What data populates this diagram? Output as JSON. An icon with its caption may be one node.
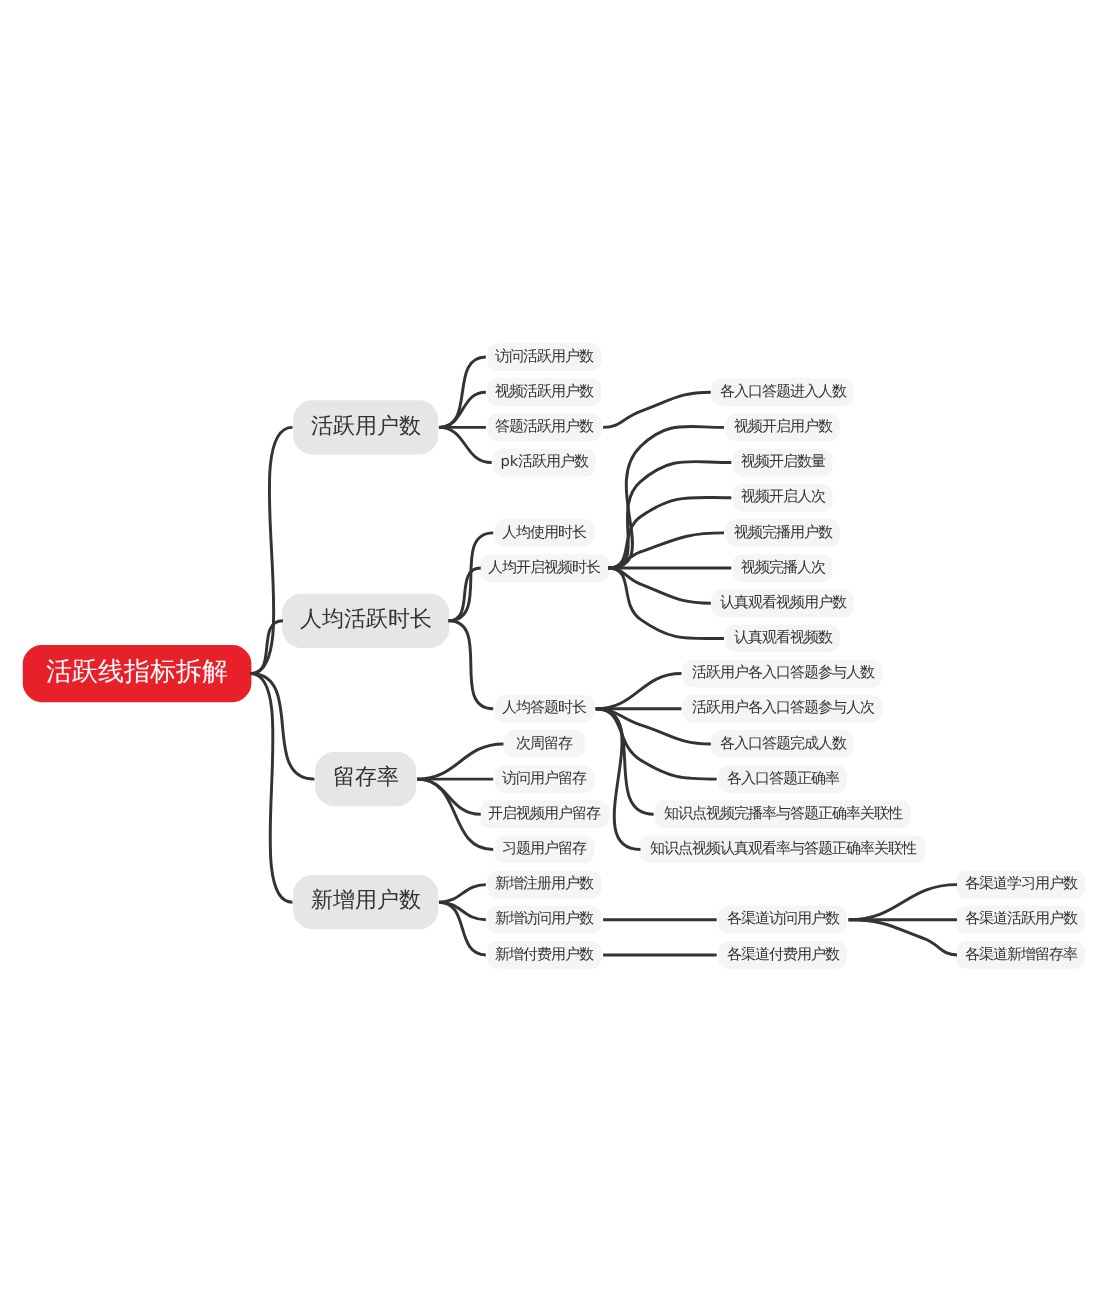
{
  "diagram": {
    "nodes": [
      {
        "text": [
          "活跃线指标拆解"
        ]
      },
      {
        "text": [
          "活跃用户数"
        ]
      },
      {
        "text": [
          "访问活跃用户数"
        ]
      },
      {
        "text": [
          "视频活跃用户数"
        ]
      },
      {
        "text": [
          "答题活跃用户数"
        ]
      },
      {
        "text": [
          "各入口答题进入人数"
        ]
      },
      {
        "text": [
          "pk活跃用户数"
        ]
      },
      {
        "text": [
          "人均活跃时长"
        ]
      },
      {
        "text": [
          "人均使用时长"
        ]
      },
      {
        "text": [
          "人均开启视频时长"
        ]
      },
      {
        "text": [
          "视频开启用户数"
        ]
      },
      {
        "text": [
          "视频开启数量"
        ]
      },
      {
        "text": [
          "视频开启人次"
        ]
      },
      {
        "text": [
          "视频完播用户数"
        ]
      },
      {
        "text": [
          "视频完播人次"
        ]
      },
      {
        "text": [
          "认真观看视频用户数"
        ]
      },
      {
        "text": [
          "认真观看视频数"
        ]
      },
      {
        "text": [
          "人均答题时长"
        ]
      },
      {
        "text": [
          "活跃用户各入口答题参与人数"
        ]
      },
      {
        "text": [
          "活跃用户各入口答题参与人次"
        ]
      },
      {
        "text": [
          "各入口答题完成人数"
        ]
      },
      {
        "text": [
          "各入口答题正确率"
        ]
      },
      {
        "text": [
          "知识点视频完播率与答题正确率关联性"
        ]
      },
      {
        "text": [
          "知识点视频认真观看率与答题正确率关联性"
        ]
      },
      {
        "text": [
          "留存率"
        ]
      },
      {
        "text": [
          "次周留存"
        ]
      },
      {
        "text": [
          "访问用户留存"
        ]
      },
      {
        "text": [
          "开启视频用户留存"
        ]
      },
      {
        "text": [
          "习题用户留存"
        ]
      },
      {
        "text": [
          "新增用户数"
        ]
      },
      {
        "text": [
          "新增注册用户数"
        ]
      },
      {
        "text": [
          "新增访问用户数"
        ]
      },
      {
        "text": [
          "各渠道访问用户数"
        ]
      },
      {
        "text": [
          "各渠道学习用户数"
        ]
      },
      {
        "text": [
          "各渠道活跃用户数"
        ]
      },
      {
        "text": [
          "各渠道新增留存率"
        ]
      },
      {
        "text": [
          "新增付费用户数"
        ]
      },
      {
        "text": [
          "各渠道付费用户数"
        ]
      }
    ],
    "edges": [
      {
        "from": 0,
        "to": 1,
        "arrow": "none"
      },
      {
        "from": 1,
        "to": 2,
        "arrow": "none"
      },
      {
        "from": 1,
        "to": 3,
        "arrow": "none"
      },
      {
        "from": 1,
        "to": 4,
        "arrow": "none"
      },
      {
        "from": 4,
        "to": 5,
        "arrow": "none"
      },
      {
        "from": 1,
        "to": 6,
        "arrow": "none"
      },
      {
        "from": 0,
        "to": 7,
        "arrow": "none"
      },
      {
        "from": 7,
        "to": 8,
        "arrow": "none"
      },
      {
        "from": 7,
        "to": 9,
        "arrow": "none"
      },
      {
        "from": 9,
        "to": 10,
        "arrow": "none"
      },
      {
        "from": 9,
        "to": 11,
        "arrow": "none"
      },
      {
        "from": 9,
        "to": 12,
        "arrow": "none"
      },
      {
        "from": 9,
        "to": 13,
        "arrow": "none"
      },
      {
        "from": 9,
        "to": 14,
        "arrow": "none"
      },
      {
        "from": 9,
        "to": 15,
        "arrow": "none"
      },
      {
        "from": 9,
        "to": 16,
        "arrow": "none"
      },
      {
        "from": 7,
        "to": 17,
        "arrow": "none"
      },
      {
        "from": 17,
        "to": 18,
        "arrow": "none"
      },
      {
        "from": 17,
        "to": 19,
        "arrow": "none"
      },
      {
        "from": 17,
        "to": 20,
        "arrow": "none"
      },
      {
        "from": 17,
        "to": 21,
        "arrow": "none"
      },
      {
        "from": 17,
        "to": 22,
        "arrow": "none"
      },
      {
        "from": 17,
        "to": 23,
        "arrow": "none"
      },
      {
        "from": 0,
        "to": 24,
        "arrow": "none"
      },
      {
        "from": 24,
        "to": 25,
        "arrow": "none"
      },
      {
        "from": 24,
        "to": 26,
        "arrow": "none"
      },
      {
        "from": 24,
        "to": 27,
        "arrow": "none"
      },
      {
        "from": 24,
        "to": 28,
        "arrow": "none"
      },
      {
        "from": 0,
        "to": 29,
        "arrow": "none"
      },
      {
        "from": 29,
        "to": 30,
        "arrow": "none"
      },
      {
        "from": 29,
        "to": 31,
        "arrow": "none"
      },
      {
        "from": 31,
        "to": 32,
        "arrow": "none"
      },
      {
        "from": 32,
        "to": 33,
        "arrow": "none"
      },
      {
        "from": 32,
        "to": 34,
        "arrow": "none"
      },
      {
        "from": 32,
        "to": 35,
        "arrow": "none"
      },
      {
        "from": 29,
        "to": 36,
        "arrow": "none"
      },
      {
        "from": 36,
        "to": 37,
        "arrow": "none"
      }
    ]
  }
}
